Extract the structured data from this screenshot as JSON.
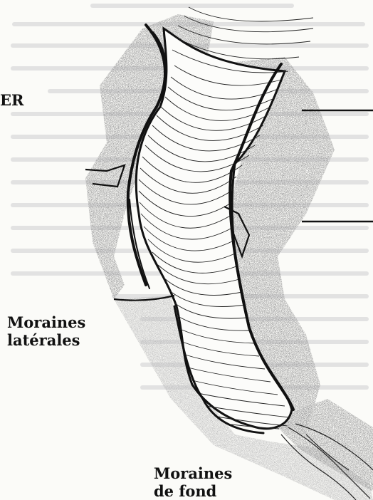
{
  "labels": {
    "cut_heading": "ER",
    "lateral_moraines": "Moraines\nlatérales",
    "ground_moraines": "Moraines\nde fond"
  },
  "colors": {
    "paper": "#fbfbf8",
    "ink": "#111111",
    "show_through_text": "#dcdcdc",
    "rock_stipple": "#6d6d6d"
  }
}
